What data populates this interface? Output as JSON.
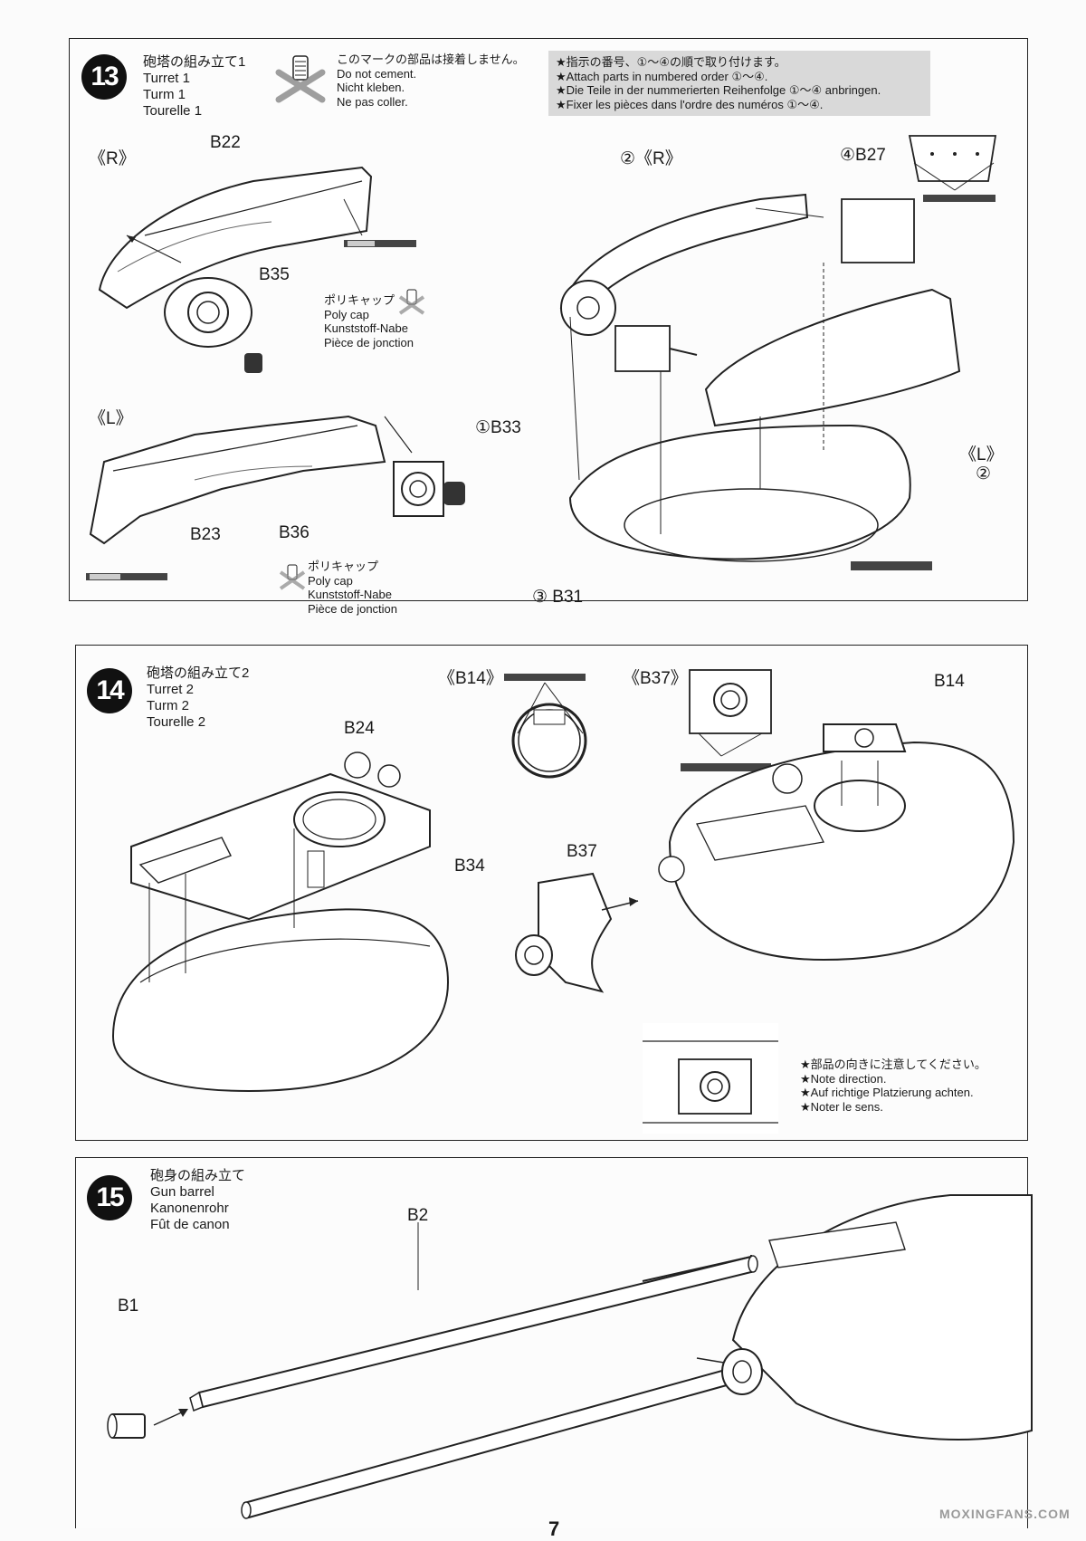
{
  "step13": {
    "number": "13",
    "title_jp": "砲塔の組み立て1",
    "title_en": "Turret 1",
    "title_de": "Turm 1",
    "title_fr": "Tourelle 1",
    "cement_note": [
      "このマークの部品は接着しません。",
      "Do not cement.",
      "Nicht kleben.",
      "Ne pas coller."
    ],
    "order_note": [
      "★指示の番号、①～④の順で取り付けます。",
      "★Attach parts in numbered order ①～④.",
      "★Die Teile in der nummerierten Reihenfolge ①～④ anbringen.",
      "★Fixer les pièces dans l'ordre des numéros ①～④."
    ],
    "labels": {
      "r_left": "《R》",
      "l_left": "《L》",
      "b22": "B22",
      "b35": "B35",
      "b23": "B23",
      "b36": "B36",
      "r_right": "②《R》",
      "b27": "④B27",
      "b33": "①B33",
      "l_right": "《L》",
      "l_right_num": "②",
      "b31": "③ B31"
    },
    "polycap": [
      "ポリキャップ",
      "Poly cap",
      "Kunststoff-Nabe",
      "Pièce de jonction"
    ]
  },
  "step14": {
    "number": "14",
    "title_jp": "砲塔の組み立て2",
    "title_en": "Turret 2",
    "title_de": "Turm 2",
    "title_fr": "Tourelle 2",
    "labels": {
      "b14_detail": "《B14》",
      "b37_detail": "《B37》",
      "b14": "B14",
      "b24": "B24",
      "b34": "B34",
      "b37": "B37"
    },
    "direction_note": [
      "★部品の向きに注意してください。",
      "★Note direction.",
      "★Auf richtige Platzierung achten.",
      "★Noter le sens."
    ]
  },
  "step15": {
    "number": "15",
    "title_jp": "砲身の組み立て",
    "title_en": "Gun barrel",
    "title_de": "Kanonenrohr",
    "title_fr": "Fût de canon",
    "labels": {
      "b2": "B2",
      "b1": "B1"
    }
  },
  "footer": {
    "page_number": "7",
    "watermark": "MOXINGFANS.COM"
  }
}
